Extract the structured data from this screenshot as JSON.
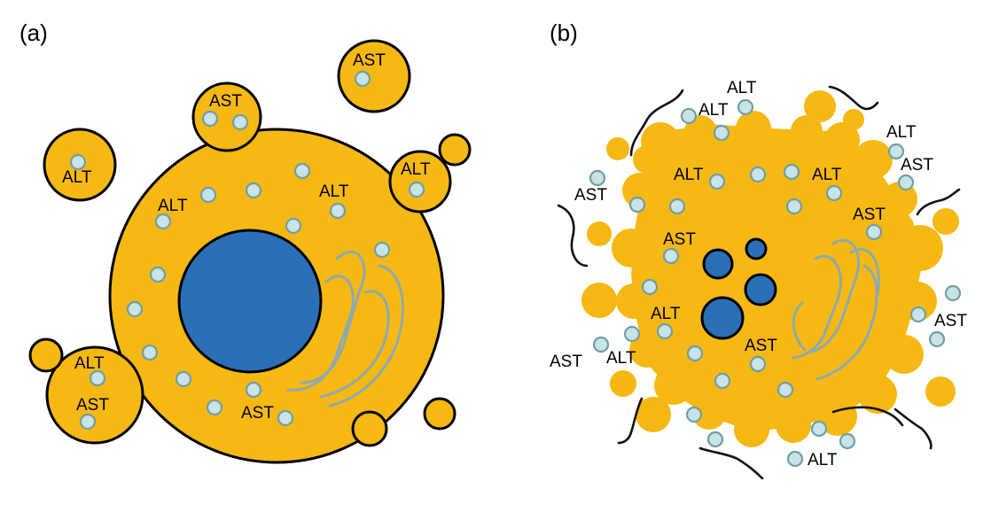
{
  "panels": {
    "a": {
      "label": "(a)"
    },
    "b": {
      "label": "(b)"
    }
  },
  "enzymes": {
    "alt": "ALT",
    "ast": "AST"
  },
  "colors": {
    "cytoplasm": "#F6B812",
    "nucleus": "#2B6FB6",
    "enzyme_fill": "#C9E3E6",
    "enzyme_stroke": "#6F9EA5",
    "outline": "#000000"
  }
}
